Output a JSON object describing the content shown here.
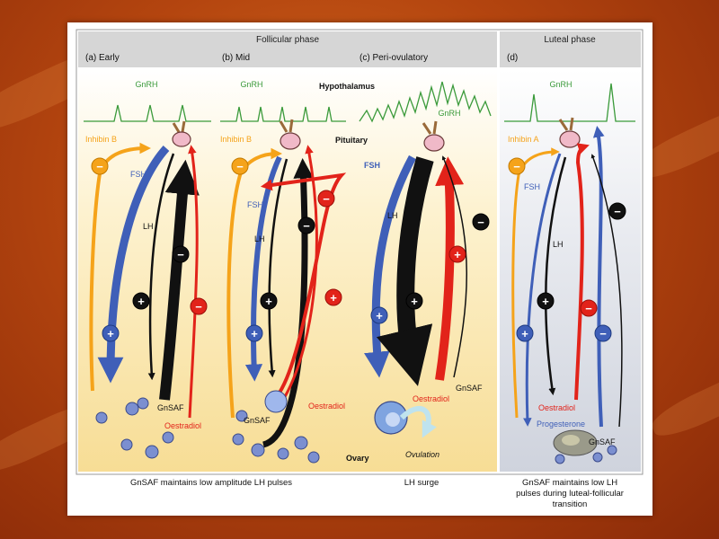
{
  "phases": {
    "follicular": "Follicular phase",
    "luteal": "Luteal phase"
  },
  "panels": [
    {
      "id": "a",
      "label": "(a) Early"
    },
    {
      "id": "b",
      "label": "(b) Mid"
    },
    {
      "id": "c",
      "label": "(c) Peri-ovulatory"
    },
    {
      "id": "d",
      "label": "(d)"
    }
  ],
  "labels": {
    "gnrh": "GnRH",
    "hypothalamus": "Hypothalamus",
    "pituitary": "Pituitary",
    "ovary": "Ovary",
    "inhibin_b": "Inhibin B",
    "inhibin_a": "Inhibin A",
    "fsh": "FSH",
    "lh": "LH",
    "gnsaf": "GnSAF",
    "oestradiol": "Oestradiol",
    "progesterone": "Progesterone",
    "ovulation": "Ovulation",
    "plus": "+",
    "minus": "−"
  },
  "captions": {
    "ab": "GnSAF maintains low amplitude LH pulses",
    "c": "LH surge",
    "d_line1": "GnSAF maintains low LH",
    "d_line2": "pulses during luteal-follicular",
    "d_line3": "transition"
  },
  "colors": {
    "blue": "#3f5fb8",
    "black": "#111111",
    "red": "#e2231a",
    "orange": "#f5a31a",
    "green": "#3a9a3a",
    "panel_bg": "#fdf0c8",
    "panel_bg_luteal": "#e6e8ee",
    "header": "#d4d4d4"
  }
}
